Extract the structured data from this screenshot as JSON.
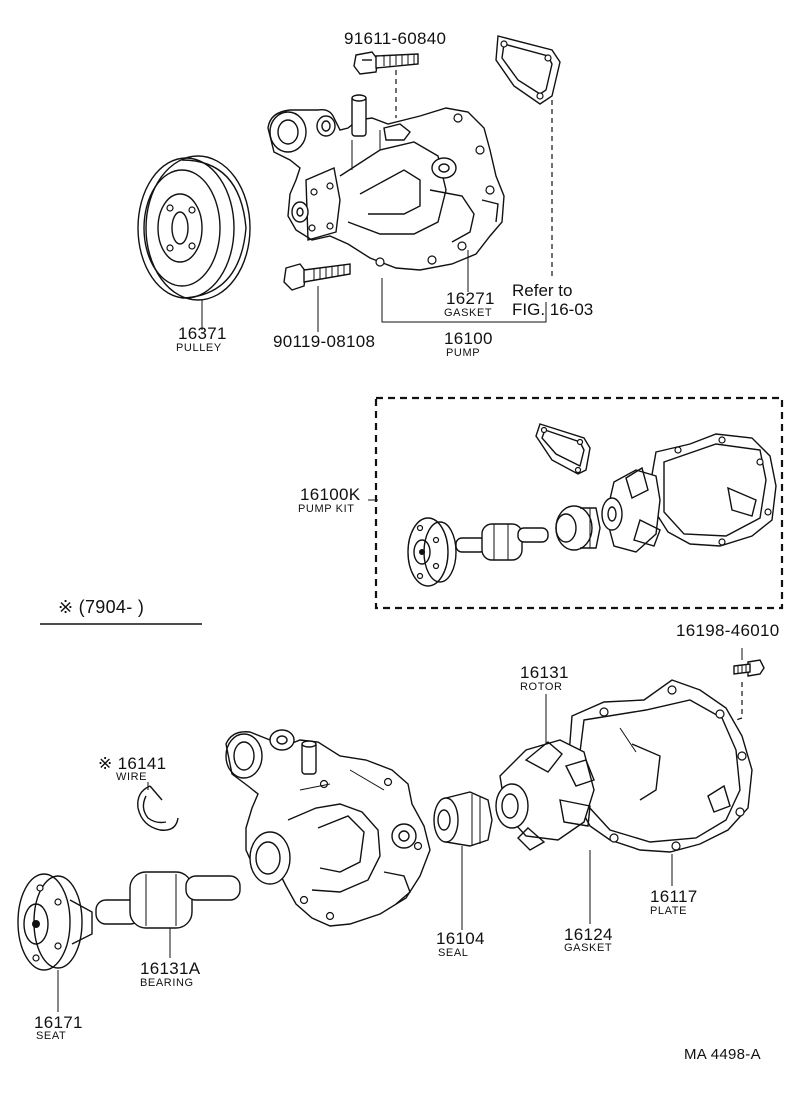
{
  "parts": {
    "bolt_top": "91611-60840",
    "gasket_top": {
      "number": "16271",
      "name": "GASKET"
    },
    "refer": {
      "line1": "Refer to",
      "line2": "FIG. 16-03"
    },
    "pulley": {
      "number": "16371",
      "name": "PULLEY"
    },
    "bolt_mid": "90119-08108",
    "pump": {
      "number": "16100",
      "name": "PUMP"
    },
    "pump_kit": {
      "number": "16100K",
      "name": "PUMP KIT"
    },
    "date_range": "※ (7904-          )",
    "screw": "16198-46010",
    "rotor": {
      "number": "16131",
      "name": "ROTOR"
    },
    "wire": {
      "number": "※ 16141",
      "name": "WIRE"
    },
    "plate": {
      "number": "16117",
      "name": "PLATE"
    },
    "seal": {
      "number": "16104",
      "name": "SEAL"
    },
    "gasket_bottom": {
      "number": "16124",
      "name": "GASKET"
    },
    "bearing": {
      "number": "16131A",
      "name": "BEARING"
    },
    "seat": {
      "number": "16171",
      "name": "SEAT"
    }
  },
  "figure_id": "MA 4498-A"
}
